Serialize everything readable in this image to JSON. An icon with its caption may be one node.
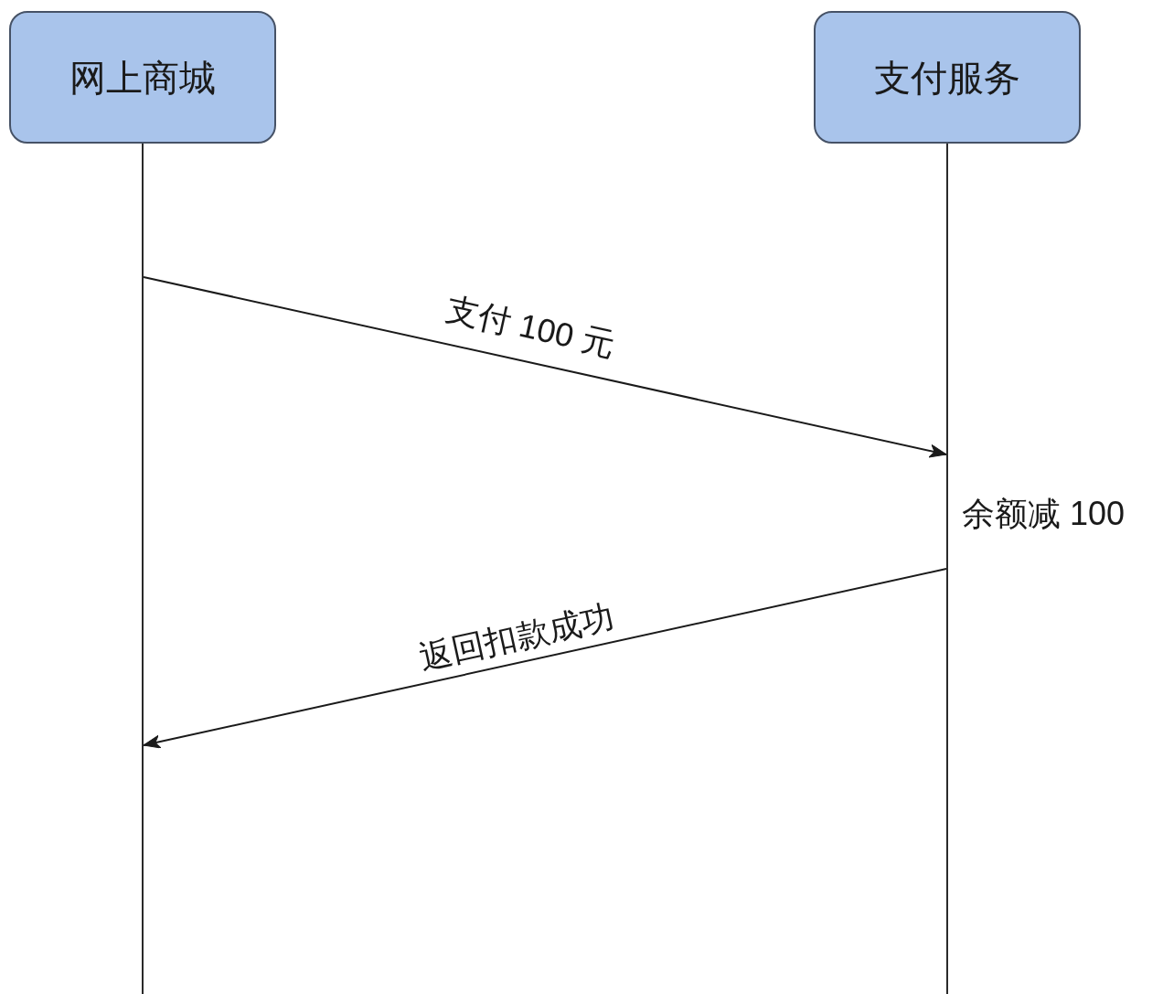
{
  "diagram": {
    "nodes": [
      {
        "text": [
          "网上商城"
        ]
      },
      {
        "text": [
          "支付服务"
        ]
      }
    ],
    "edges": [
      {
        "from": 0,
        "to": 1,
        "arrow": "to",
        "label": "支付 100 元"
      },
      {
        "from": 1,
        "to": 0,
        "arrow": "to",
        "label": "返回扣款成功"
      }
    ],
    "labels": [
      "余额减 100"
    ]
  }
}
